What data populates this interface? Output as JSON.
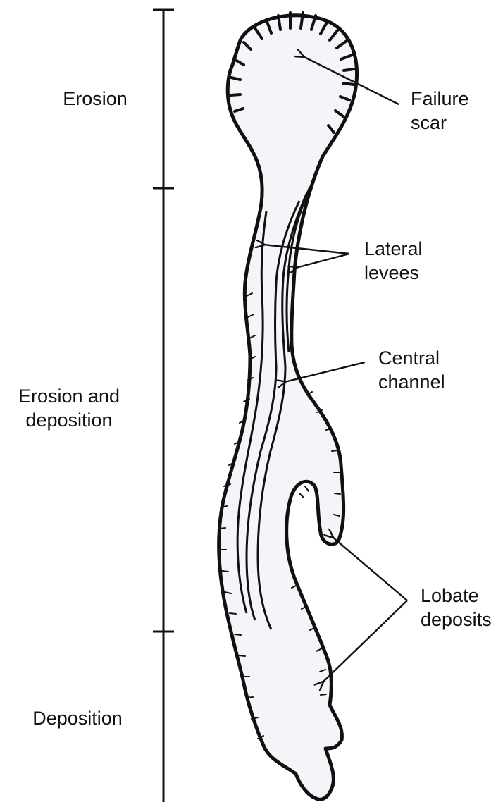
{
  "zones": [
    {
      "id": "erosion",
      "label_lines": [
        "Erosion"
      ]
    },
    {
      "id": "erosion-deposition",
      "label_lines": [
        "Erosion and",
        "deposition"
      ]
    },
    {
      "id": "deposition",
      "label_lines": [
        "Deposition"
      ]
    }
  ],
  "annotations": [
    {
      "id": "failure-scar",
      "label_lines": [
        "Failure",
        "scar"
      ]
    },
    {
      "id": "lateral-levees",
      "label_lines": [
        "Lateral",
        "levees"
      ]
    },
    {
      "id": "central-channel",
      "label_lines": [
        "Central",
        "channel"
      ]
    },
    {
      "id": "lobate-deposits",
      "label_lines": [
        "Lobate",
        "deposits"
      ]
    }
  ],
  "colors": {
    "ink": "#111111",
    "fill": "#f3f5f8",
    "background": "#ffffff"
  }
}
